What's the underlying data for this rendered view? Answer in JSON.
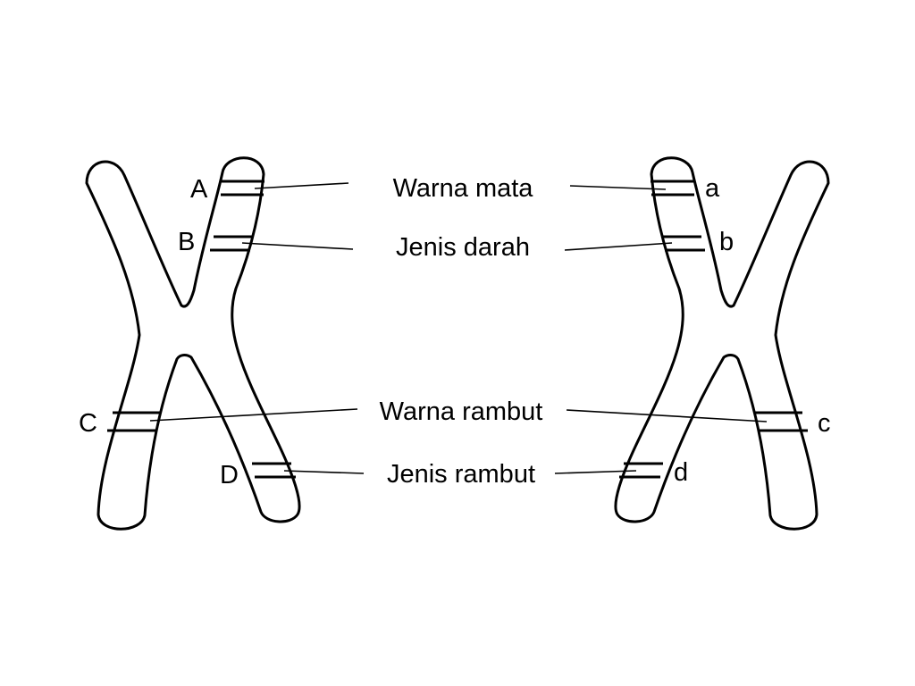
{
  "traits": {
    "eye_color": "Warna mata",
    "blood_type": "Jenis darah",
    "hair_color": "Warna rambut",
    "hair_type": "Jenis rambut"
  },
  "left_chromosome": {
    "alleles": {
      "eye_color": "A",
      "blood_type": "B",
      "hair_color": "C",
      "hair_type": "D"
    }
  },
  "right_chromosome": {
    "alleles": {
      "eye_color": "a",
      "blood_type": "b",
      "hair_color": "c",
      "hair_type": "d"
    }
  }
}
